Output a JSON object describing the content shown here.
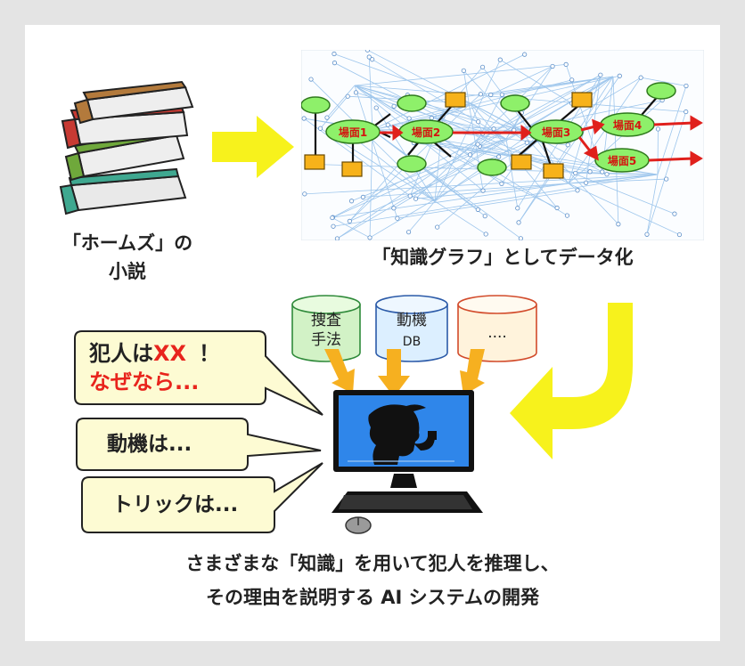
{
  "novel": {
    "label_line1": "「ホームズ」の",
    "label_line2": "小説"
  },
  "graph": {
    "label": "「知識グラフ」としてデータ化",
    "scenes": [
      "場面1",
      "場面2",
      "場面3",
      "場面4",
      "場面5"
    ]
  },
  "databases": [
    {
      "line1": "捜査",
      "line2": "手法"
    },
    {
      "line1": "動機",
      "line2": "DB"
    },
    {
      "line1": "....",
      "line2": ""
    }
  ],
  "bubbles": {
    "main_prefix": "犯人は",
    "main_xx": "XX",
    "main_suffix": "！",
    "main_line2": "なぜなら...",
    "motive": "動機は...",
    "trick": "トリックは..."
  },
  "caption": {
    "line1": "さまざまな「知識」を用いて犯人を推理し、",
    "line2": "その理由を説明する AI システムの開発"
  },
  "colors": {
    "arrow_yellow": "#f7f21c",
    "arrow_orange": "#f6b020",
    "bubble_fill": "#fdfbd3",
    "node_green": "#8ef06a",
    "node_orange": "#f7b21a",
    "scene_arrow_red": "#e0201c",
    "cyl_green": "#d2f2c6",
    "cyl_blue": "#dcefff",
    "cyl_orange": "#fff3dc"
  }
}
